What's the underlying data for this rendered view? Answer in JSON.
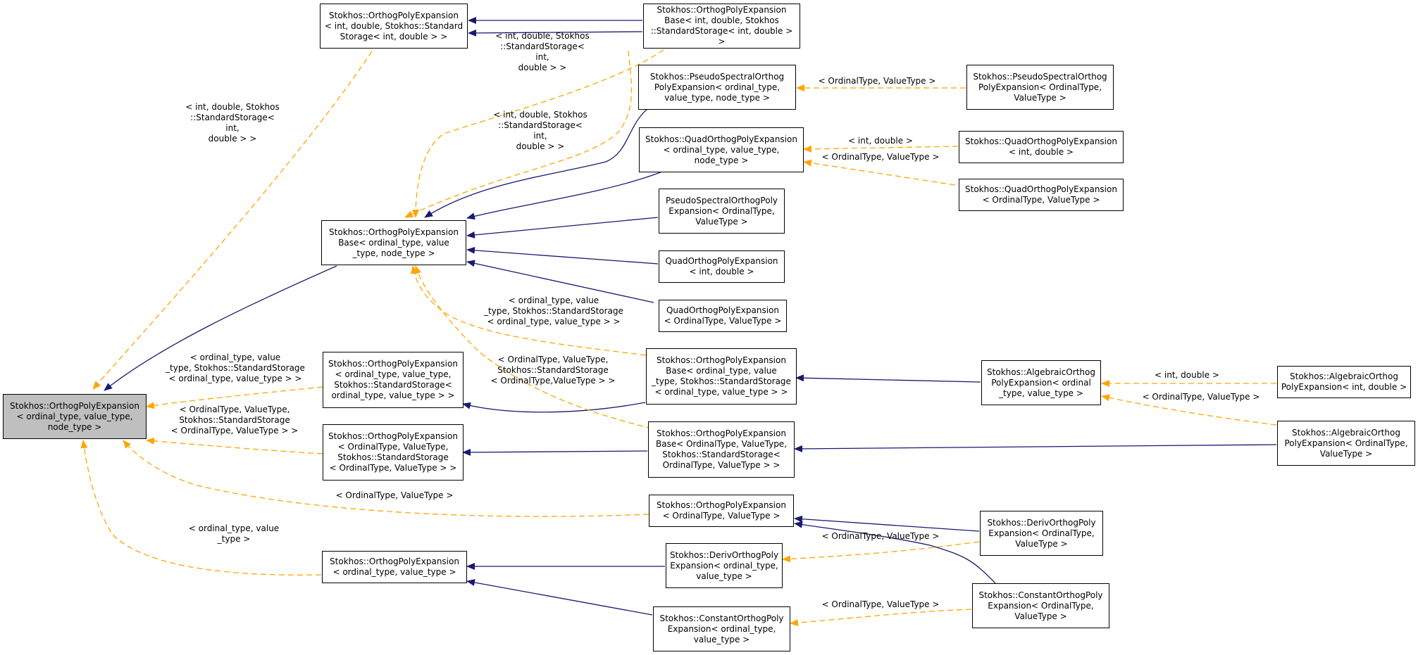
{
  "nodes": {
    "n_root": "Stokhos::OrthogPolyExpansion\n< ordinal_type, value_type,\nnode_type >",
    "n_ope_int_double_std": "Stokhos::OrthogPolyExpansion\n< int, double, Stokhos::Standard\nStorage< int, double > >",
    "n_opeb_int_double_std": "Stokhos::OrthogPolyExpansion\nBase< int, double, Stokhos\n::StandardStorage< int, double > >",
    "n_ps_ord_val_node": "Stokhos::PseudoSpectralOrthog\nPolyExpansion< ordinal_type,\nvalue_type, node_type >",
    "n_ps_Ord_Val": "Stokhos::PseudoSpectralOrthog\nPolyExpansion< OrdinalType,\nValueType >",
    "n_quad_ord_val_node": "Stokhos::QuadOrthogPolyExpansion\n< ordinal_type, value_type,\nnode_type >",
    "n_quad_int_double": "Stokhos::QuadOrthogPolyExpansion\n< int, double >",
    "n_quad_Ord_Val": "Stokhos::QuadOrthogPolyExpansion\n< OrdinalType, ValueType >",
    "n_opeb_ord_val_node": "Stokhos::OrthogPolyExpansion\nBase< ordinal_type, value\n_type, node_type >",
    "n_ps_short": "PseudoSpectralOrthogPoly\nExpansion< OrdinalType,\nValueType >",
    "n_quad_short_int": "QuadOrthogPolyExpansion\n< int, double >",
    "n_quad_short_Ord": "QuadOrthogPolyExpansion\n< OrdinalType, ValueType >",
    "n_ope_ord_val_std": "Stokhos::OrthogPolyExpansion\n< ordinal_type, value_type,\nStokhos::StandardStorage<\nordinal_type, value_type > >",
    "n_opeb_ord_val_std": "Stokhos::OrthogPolyExpansion\nBase< ordinal_type, value\n_type, Stokhos::StandardStorage\n< ordinal_type, value_type > >",
    "n_alg_ord_val": "Stokhos::AlgebraicOrthog\nPolyExpansion< ordinal\n_type, value_type >",
    "n_alg_int_double": "Stokhos::AlgebraicOrthog\nPolyExpansion< int, double >",
    "n_ope_Ord_Val_std": "Stokhos::OrthogPolyExpansion\n< OrdinalType, ValueType,\nStokhos::StandardStorage\n< OrdinalType, ValueType > >",
    "n_opeb_Ord_Val_std": "Stokhos::OrthogPolyExpansion\nBase< OrdinalType, ValueType,\nStokhos::StandardStorage<\nOrdinalType, ValueType > >",
    "n_alg_Ord_Val": "Stokhos::AlgebraicOrthog\nPolyExpansion< OrdinalType,\nValueType >",
    "n_ope_Ord_Val": "Stokhos::OrthogPolyExpansion\n< OrdinalType, ValueType >",
    "n_deriv_Ord_Val": "Stokhos::DerivOrthogPoly\nExpansion< OrdinalType,\nValueType >",
    "n_ope_ord_val": "Stokhos::OrthogPolyExpansion\n< ordinal_type, value_type >",
    "n_deriv_ord_val": "Stokhos::DerivOrthogPoly\nExpansion< ordinal_type,\nvalue_type >",
    "n_const_Ord_Val": "Stokhos::ConstantOrthogPoly\nExpansion< OrdinalType,\nValueType >",
    "n_const_ord_val": "Stokhos::ConstantOrthogPoly\nExpansion< ordinal_type,\nvalue_type >"
  },
  "edge_labels": {
    "l_root_intdouble": "< int, double, Stokhos\n::StandardStorage< int,\ndouble > >",
    "l_opeb_intdouble_top": "< int, double, Stokhos\n::StandardStorage< int,\ndouble > >",
    "l_opeb_intdouble_mid": "< int, double, Stokhos\n::StandardStorage< int,\ndouble > >",
    "l_ps_OrdVal": "< OrdinalType, ValueType >",
    "l_quad_intdouble": "< int, double >",
    "l_quad_OrdVal": "< OrdinalType, ValueType >",
    "l_opeb_ordval_std": "< ordinal_type, value\n_type, Stokhos::StandardStorage\n< ordinal_type, value_type > >",
    "l_opeb_OrdVal_std": "< OrdinalType, ValueType,\nStokhos::StandardStorage\n< OrdinalType,ValueType > >",
    "l_root_ordval_std": "< ordinal_type, value\n_type, Stokhos::StandardStorage\n< ordinal_type, value_type > >",
    "l_root_OrdVal_std": "< OrdinalType, ValueType,\nStokhos::StandardStorage\n< OrdinalType, ValueType > >",
    "l_alg_intdouble": "< int, double >",
    "l_alg_OrdVal": "< OrdinalType, ValueType >",
    "l_root_OrdVal": "< OrdinalType, ValueType >",
    "l_root_ordval": "< ordinal_type, value\n_type >",
    "l_deriv_OrdVal": "< OrdinalType, ValueType >",
    "l_const_OrdVal": "< OrdinalType, ValueType >"
  },
  "colors": {
    "inheritance_edge": "#191970",
    "template_edge": "#FFA500",
    "root_fill": "#bfbfbf"
  }
}
